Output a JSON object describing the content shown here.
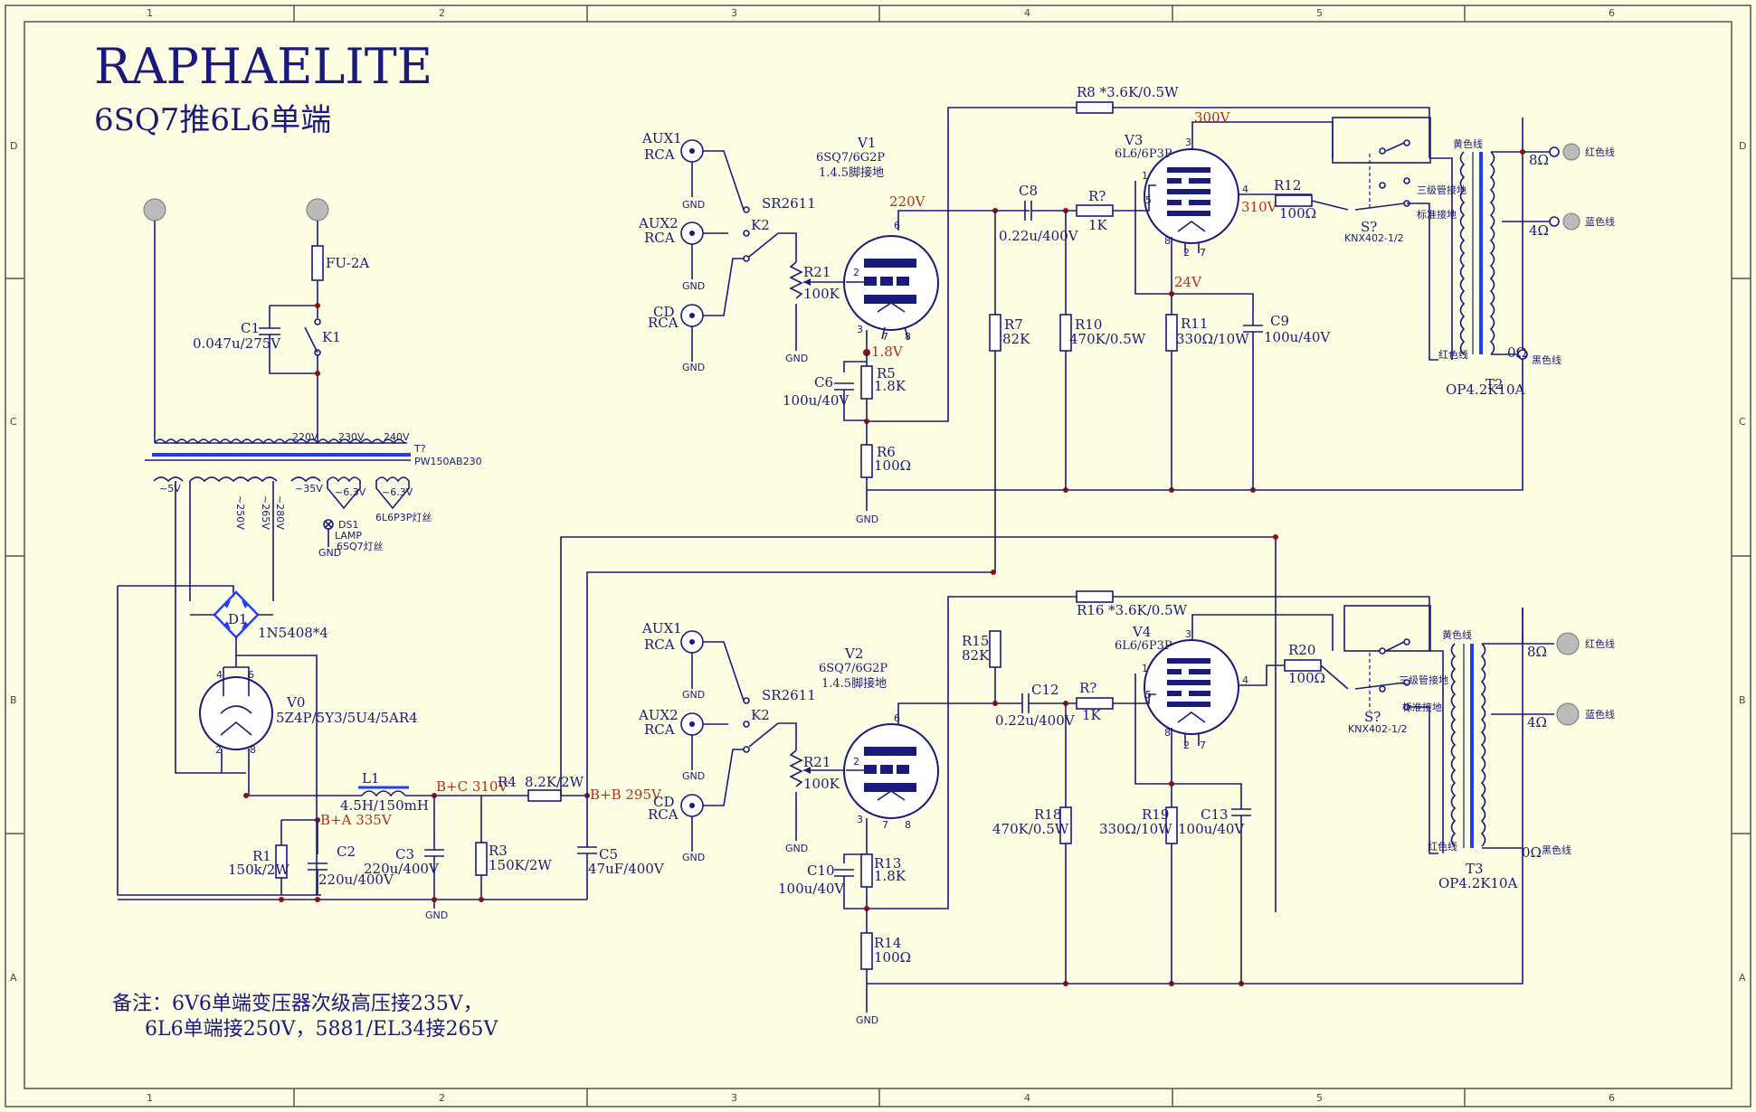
{
  "title": "RAPHAELITE",
  "subtitle": "6SQ7推6L6单端",
  "notes": [
    "备注：6V6单端变压器次级高压接235V，",
    "6L6单端接250V，5881/EL34接265V"
  ],
  "ruler": {
    "columns": [
      "1",
      "2",
      "3",
      "4",
      "5",
      "6"
    ],
    "rows": [
      "D",
      "C",
      "B",
      "A"
    ]
  },
  "power_supply": {
    "fuse": "FU-2A",
    "c1": "C1",
    "c1_value": "0.047u/275V",
    "switch": "K1",
    "taps": [
      "220V",
      "230V",
      "240V"
    ],
    "transformer_ref": "T?",
    "transformer_model": "PW150AB230",
    "secondaries": [
      "~5V",
      "~250V",
      "~265V",
      "~280V",
      "~35V",
      "~6.3V",
      "~6.3V"
    ],
    "lamp_ref": "DS1",
    "lamp_label": "LAMP",
    "heater_v1": "6SQ7灯丝",
    "heater_v3": "6L6P3P灯丝",
    "gnd": "GND",
    "bridge_ref": "D1",
    "bridge_value": "1N5408*4",
    "rect_ref": "V0",
    "rect_model": "5Z4P/5Y3/5U4/5AR4",
    "choke_ref": "L1",
    "choke_value": "4.5H/150mH",
    "r1": "R1",
    "r1_value": "150k/2W",
    "c2": "C2",
    "c2_value": "220u/400V",
    "c3": "C3",
    "c3_value": "220u/400V",
    "r3": "R3",
    "r3_value": "150K/2W",
    "r4": "R4",
    "r4_value": "8.2K/2W",
    "c5": "C5",
    "c5_value": "47uF/400V",
    "bpa": "B+A  335V",
    "bpc": "B+C 310V",
    "bpb": "B+B 295V"
  },
  "channel1": {
    "aux1": "AUX1",
    "aux2": "AUX2",
    "cd": "CD",
    "rca": "RCA",
    "selector": "SR2611",
    "k2": "K2",
    "r21": "R21",
    "r21_value": "100K",
    "v1_ref": "V1",
    "v1_model": "6SQ7/6G2P",
    "v1_note": "1.4.5脚接地",
    "v_plate": "220V",
    "v_cathode": "1.8V",
    "c6": "C6",
    "c6_value": "100u/40V",
    "r5": "R5",
    "r5_value": "1.8K",
    "r6": "R6",
    "r6_value": "100Ω",
    "c8": "C8",
    "c8_value": "0.22u/400V",
    "r7": "R7",
    "r7_value": "82K",
    "r10": "R10",
    "r10_value": "470K/0.5W",
    "rq": "R?",
    "rq_value": "1K",
    "r8": "R8 *3.6K/0.5W",
    "v3_ref": "V3",
    "v3_model": "6L6/6P3P",
    "v_300": "300V",
    "v_310": "310V",
    "v_24": "24V",
    "r11": "R11",
    "r11_value": "330Ω/10W",
    "c9": "C9",
    "c9_value": "100u/40V",
    "r12": "R12",
    "r12_value": "100Ω",
    "switch_ref": "S?",
    "switch_model": "KNX402-1/2",
    "sw_triode": "三级管接地",
    "sw_ultra": "标准接地",
    "t2_ref": "T2",
    "t2_model": "OP4.2K10A",
    "yellow": "黄色线",
    "red": "红色线",
    "blue": "蓝色线",
    "black": "黑色线",
    "o8": "8Ω",
    "o4": "4Ω",
    "o0": "0Ω"
  },
  "channel2": {
    "v2_ref": "V2",
    "v2_model": "6SQ7/6G2P",
    "v2_note": "1.4.5脚接地",
    "c10": "C10",
    "c10_value": "100u/40V",
    "r13": "R13",
    "r13_value": "1.8K",
    "r14": "R14",
    "r14_value": "100Ω",
    "r15": "R15",
    "r15_value": "82K",
    "c12": "C12",
    "c12_value": "0.22u/400V",
    "r18": "R18",
    "r18_value": "470K/0.5W",
    "r16": "R16   *3.6K/0.5W",
    "v4_ref": "V4",
    "v4_model": "6L6/6P3P",
    "r19": "R19",
    "r19_value": "330Ω/10W",
    "c13": "C13",
    "c13_value": "100u/40V",
    "r20": "R20",
    "r20_value": "100Ω",
    "t3_ref": "T3",
    "t3_model": "OP4.2K10A"
  }
}
